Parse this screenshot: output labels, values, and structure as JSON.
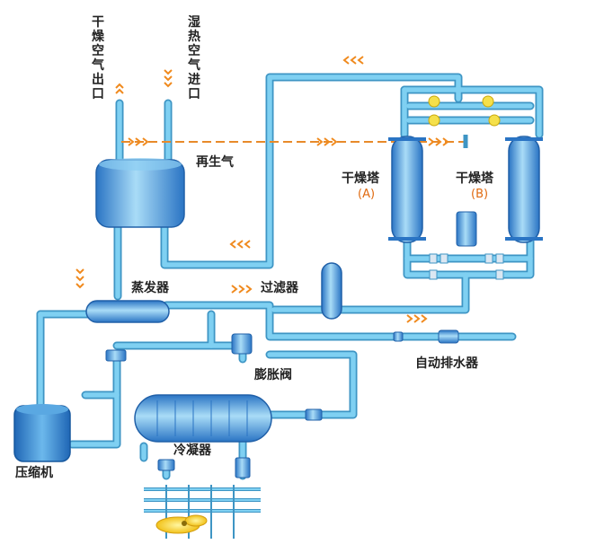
{
  "labels": {
    "dry_air_outlet": "干燥空气出口",
    "wet_hot_air_inlet": "湿热空气进口",
    "regen_gas": "再生气",
    "tower_a": "干燥塔",
    "tower_a_sub": "(A)",
    "tower_b": "干燥塔",
    "tower_b_sub": "(B)",
    "evaporator": "蒸发器",
    "filter": "过滤器",
    "auto_drain": "自动排水器",
    "expansion_valve": "膨胀阀",
    "compressor": "压缩机",
    "condenser": "冷凝器"
  },
  "colors": {
    "pipe": "#6cc0e6",
    "pipe_edge": "#3e95c4",
    "vessel_dark": "#2f7fd0",
    "vessel_light": "#9fd6f5",
    "arrow": "#f08a1e",
    "valve": "#f5e04a",
    "gas_line": "#e88a2a"
  }
}
